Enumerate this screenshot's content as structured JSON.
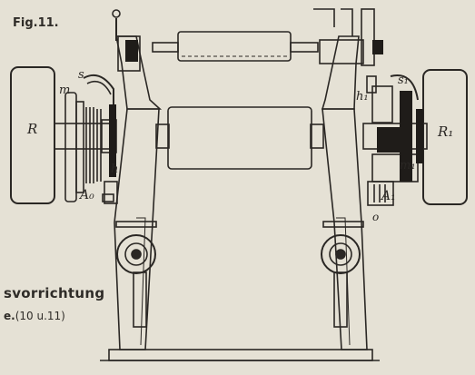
{
  "figure": {
    "fig_label": "Fig.11.",
    "caption_line1": "svorrichtung",
    "caption_line2": "e.",
    "caption_ref": "(10 u.11)"
  },
  "labels": {
    "R": "R",
    "R1": "R₁",
    "m": "m",
    "m1": "m₁",
    "s": "s",
    "s1": "s₁",
    "h": "h",
    "h1": "h₁",
    "A0": "A₀",
    "A1": "A₁",
    "o": "o"
  },
  "colors": {
    "paper": "#e5e1d5",
    "ink": "#2a2724",
    "dark_fill": "#1f1c19"
  }
}
